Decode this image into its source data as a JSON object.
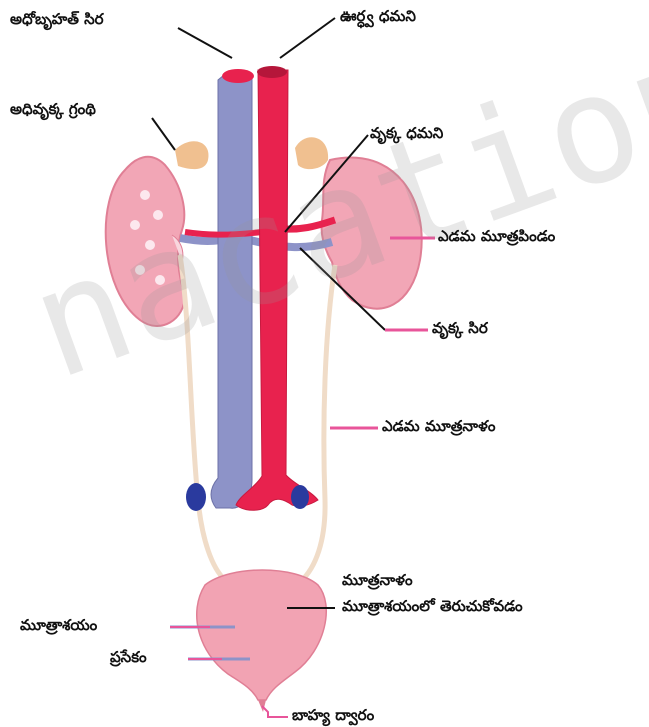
{
  "labels": {
    "inferior_vena_cava": "అధోబృహత్ సిర",
    "aorta": "ఊర్ధ్వ ధమని",
    "adrenal_gland": "అధివృక్క గ్రంథి",
    "renal_artery": "వృక్క ధమని",
    "left_kidney": "ఎడమ మూత్రపిండం",
    "renal_vein": "వృక్క సిర",
    "left_ureter": "ఎడమ మూత్రనాళం",
    "ureter": "మూత్రనాళం",
    "bladder": "మూత్రాశయం",
    "ureter_opening": "మూత్రాశయంలో తెరుచుకోవడం",
    "prostate": "ప్రసేకం",
    "external_opening": "బాహ్య ద్వారం"
  },
  "watermark": "nacation",
  "colors": {
    "kidney": "#f2a6b6",
    "kidney_dark": "#e07f95",
    "artery": "#e8224e",
    "vein": "#8d93c8",
    "adrenal": "#f0c090",
    "bladder": "#f2a3b3",
    "leader_pink": "#e8559a",
    "leader_black": "#111111"
  }
}
